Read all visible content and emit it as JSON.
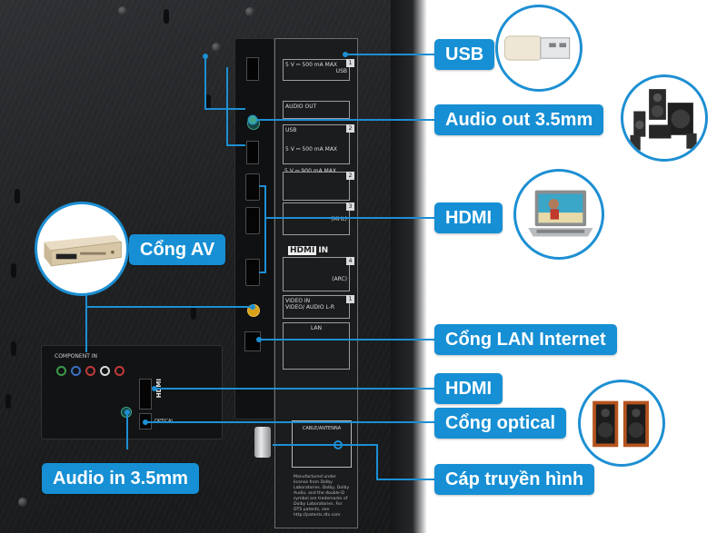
{
  "callouts": {
    "usb": "USB",
    "audio_out": "Audio out 3.5mm",
    "hdmi_side": "HDMI",
    "av": "Cổng AV",
    "lan": "Cổng LAN Internet",
    "hdmi_bottom": "HDMI",
    "optical": "Cổng optical",
    "audio_in": "Audio in 3.5mm",
    "cable_tv": "Cáp truyền hình"
  },
  "panel_labels": {
    "usb_top": "5 V ⎓ 500 mA MAX",
    "usb_top_tag": "USB",
    "audio_out": "AUDIO OUT",
    "usb2": "5 V ⎓ 500 mA MAX",
    "usb3": "5 V ⎓ 900 mA MAX",
    "usb_tag": "USB",
    "hdmi_mhl": "(MHL)",
    "hdmi_in": "HDMI",
    "hdmi_in_suffix": "IN",
    "hdmi_arc": "(ARC)",
    "video_in": "VIDEO IN",
    "video_sub": "VIDEO/ AUDIO L-R",
    "lan": "LAN",
    "cable_antenna": "CABLE/ANTENNA",
    "license": "Manufactured under license from Dolby Laboratories. Dolby, Dolby Audio, and the double-D symbol are trademarks of Dolby Laboratories. For DTS patents, see http://patents.dts.com.",
    "side_hdmi": "HDMI",
    "bottom_hdmi": "HDMI",
    "optical": "OPTICAL",
    "component": "COMPONENT IN"
  },
  "colors": {
    "badge": "#168fd4",
    "connector_line": "#1d8fd3",
    "audio_port": "#3fa38f",
    "av_port": "#d8a117"
  },
  "icons": [
    "usb-plug-icon",
    "speaker-system-icon",
    "laptop-icon",
    "dvd-player-icon",
    "bookshelf-speakers-icon"
  ]
}
